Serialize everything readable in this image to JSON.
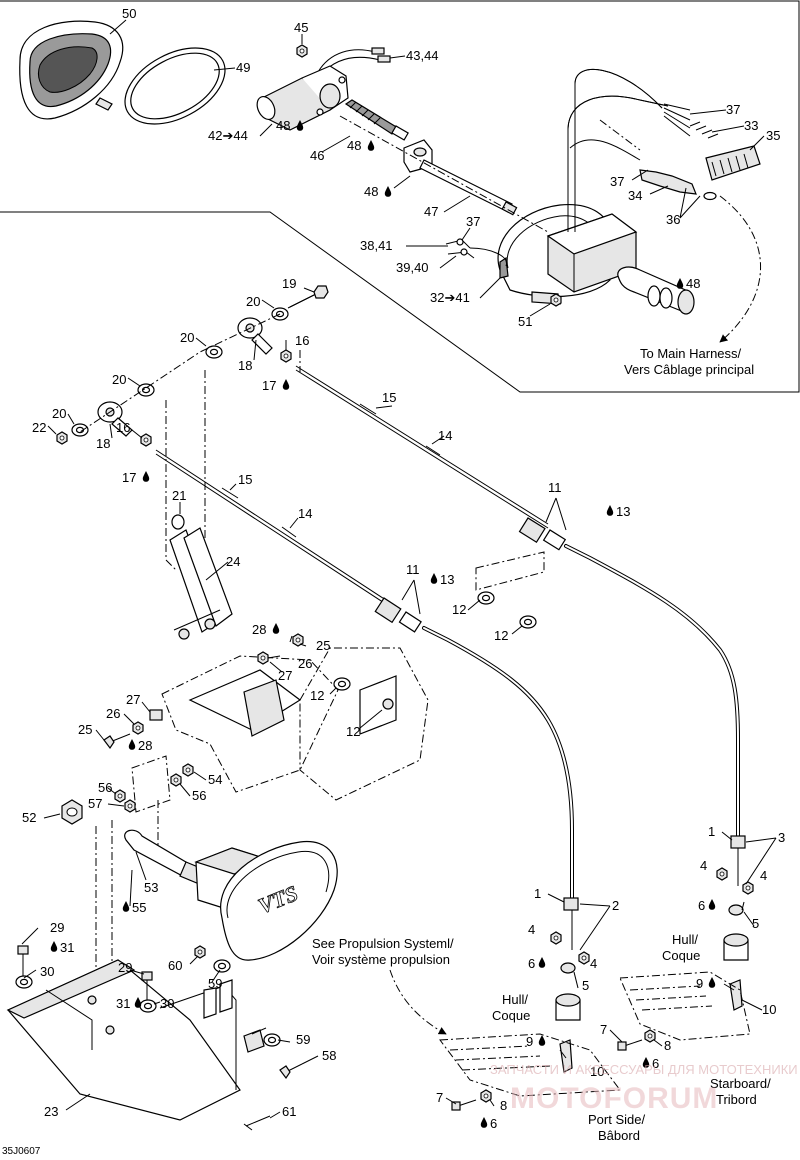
{
  "diagram_id": "35J0607",
  "notes": {
    "main_harness_1": "To Main Harness/",
    "main_harness_2": "Vers Câblage principal",
    "propulsion_1": "See Propulsion Systeml/",
    "propulsion_2": "Voir système propulsion",
    "hull_left_1": "Hull/",
    "hull_left_2": "Coque",
    "hull_right_1": "Hull/",
    "hull_right_2": "Coque",
    "port_1": "Port Side/",
    "port_2": "Bâbord",
    "starboard_1": "Starboard/",
    "starboard_2": "Tribord"
  },
  "badge_text": "VTS",
  "watermark": {
    "line1": "ЗАПЧАСТИ И АКСЕССУАРЫ ДЛЯ МОТОТЕХНИКИ",
    "line2": "MOTOFORUM"
  },
  "callouts": {
    "c50": "50",
    "c49": "49",
    "c45": "45",
    "c4344": "43,44",
    "c4244": "42➔44",
    "c48a": "48",
    "c46": "46",
    "c48b": "48",
    "c48c": "48",
    "c47": "47",
    "c37a": "37",
    "c33": "33",
    "c35": "35",
    "c37b": "37",
    "c34": "34",
    "c36": "36",
    "c37c": "37",
    "c3841": "38,41",
    "c3940": "39,40",
    "c3241": "32➔41",
    "c48d": "48",
    "c51": "51",
    "c19": "19",
    "c20a": "20",
    "c20b": "20",
    "c16a": "16",
    "c18a": "18",
    "c17a": "17",
    "c20c": "20",
    "c20d": "20",
    "c22": "22",
    "c18b": "18",
    "c16b": "16",
    "c17b": "17",
    "c15a": "15",
    "c14a": "14",
    "c11a": "11",
    "c13a": "13",
    "c15b": "15",
    "c14b": "14",
    "c21": "21",
    "c24": "24",
    "c11b": "11",
    "c13b": "13",
    "c12a": "12",
    "c12b": "12",
    "c28a": "28",
    "c25a": "25",
    "c26a": "26",
    "c27a": "27",
    "c12c": "12",
    "c12d": "12",
    "c27b": "27",
    "c26b": "26",
    "c25b": "25",
    "c28b": "28",
    "c54": "54",
    "c56a": "56",
    "c56b": "56",
    "c57": "57",
    "c52": "52",
    "c53": "53",
    "c55": "55",
    "c1a": "1",
    "c2": "2",
    "c4a": "4",
    "c6a": "6",
    "c4b": "4",
    "c5a": "5",
    "c9a": "9",
    "c10a": "10",
    "c1b": "1",
    "c3": "3",
    "c4c": "4",
    "c4d": "4",
    "c6b": "6",
    "c5b": "5",
    "c9b": "9",
    "c10b": "10",
    "c7a": "7",
    "c8a": "8",
    "c6c": "6",
    "c7b": "7",
    "c8b": "8",
    "c6d": "6",
    "c29a": "29",
    "c31a": "31",
    "c30a": "30",
    "c29b": "29",
    "c31b": "31",
    "c30b": "30",
    "c60": "60",
    "c59a": "59",
    "c59b": "59",
    "c58": "58",
    "c23": "23",
    "c61": "61"
  }
}
